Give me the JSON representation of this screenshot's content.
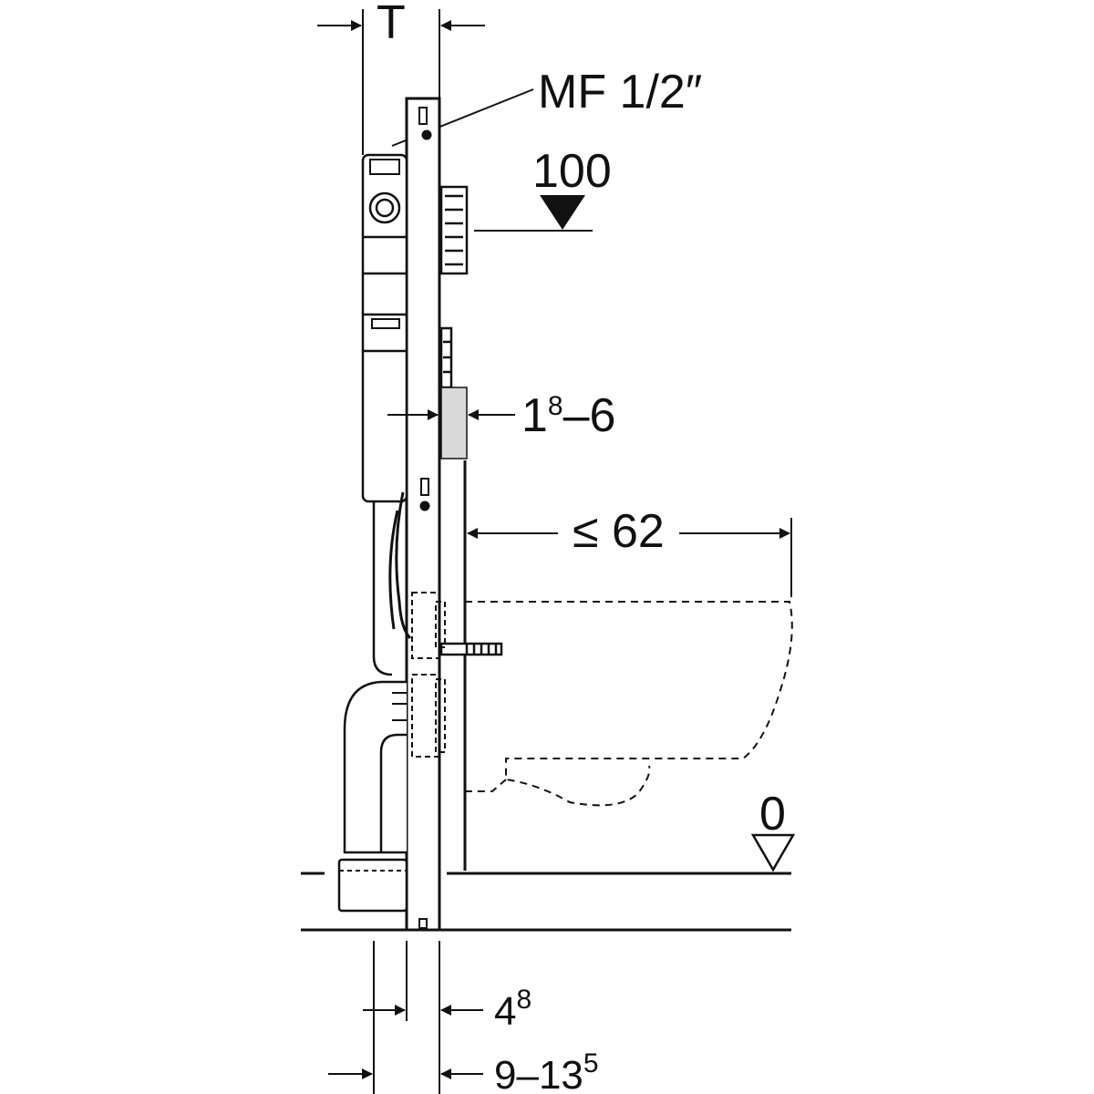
{
  "labels": {
    "t": "T",
    "mf": "MF 1/2″",
    "level_100": "100",
    "dim_wall_base": "1",
    "dim_wall_sup": "8",
    "dim_wall_tail": "–6",
    "dim_projection": "≤ 62",
    "level_0": "0",
    "dim_frame_base": "4",
    "dim_frame_sup": "8",
    "dim_depth_base": "9–13",
    "dim_depth_sup": "5"
  },
  "colors": {
    "line": "#111111",
    "fill_gray": "#d9d9d9",
    "background": "#ffffff"
  }
}
